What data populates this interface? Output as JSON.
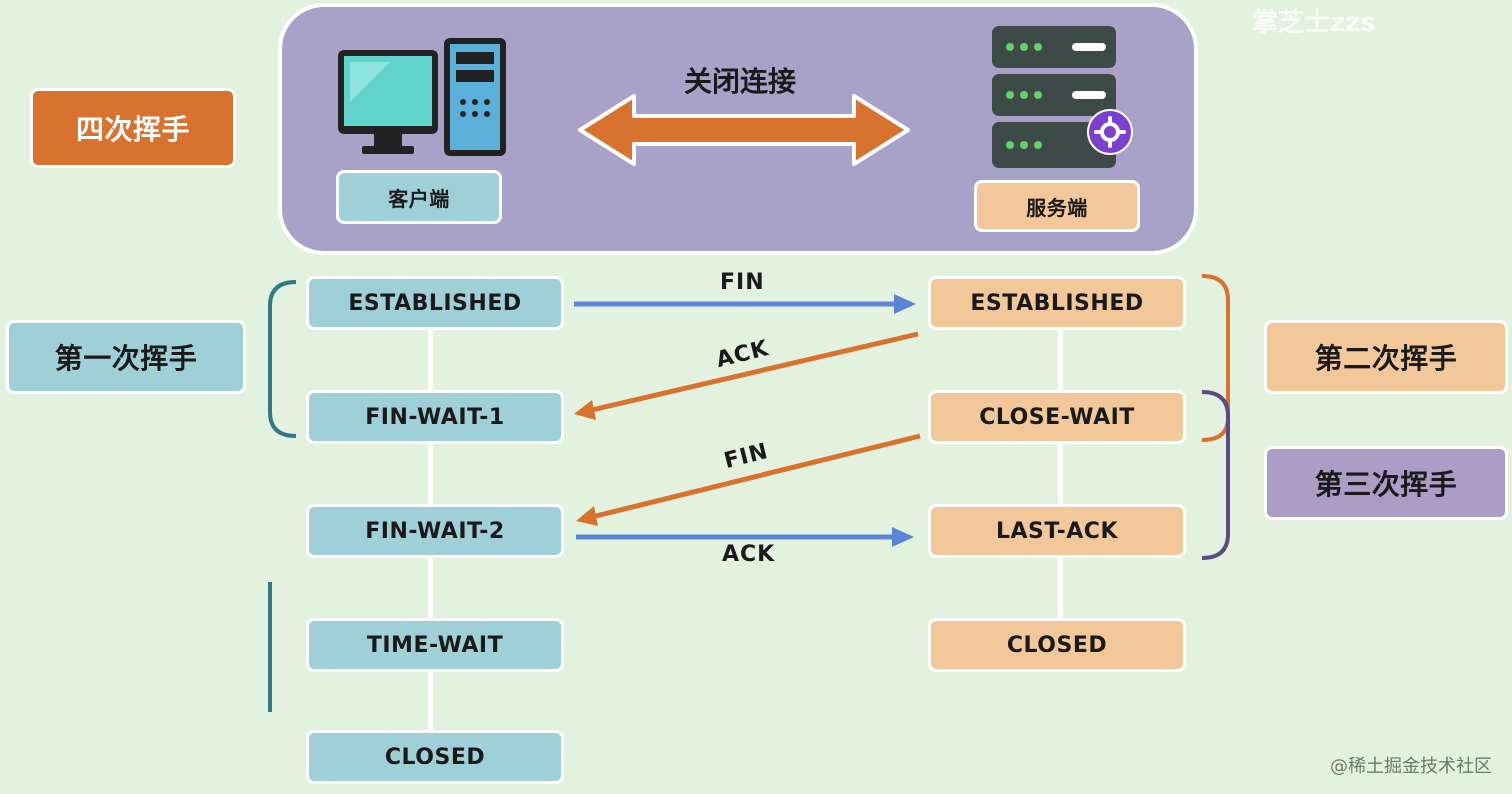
{
  "title": "四次挥手",
  "header": {
    "close_label": "关闭连接",
    "client_label": "客户端",
    "server_label": "服务端"
  },
  "client_states": [
    "ESTABLISHED",
    "FIN-WAIT-1",
    "FIN-WAIT-2",
    "TIME-WAIT",
    "CLOSED"
  ],
  "server_states": [
    "ESTABLISHED",
    "CLOSE-WAIT",
    "LAST-ACK",
    "CLOSED"
  ],
  "messages": [
    "FIN",
    "ACK",
    "FIN",
    "ACK"
  ],
  "handshake_labels": {
    "first": "第一次挥手",
    "second": "第二次挥手",
    "third": "第三次挥手"
  },
  "watermarks": {
    "top": "掌芝士zzs",
    "bottom": "@稀土掘金技术社区"
  },
  "colors": {
    "background": "#e3f1df",
    "client": "#9fd0d8",
    "server": "#f2c79a",
    "panel": "#a8a2c8",
    "title": "#d8722f",
    "arrow_blue": "#5b86d6",
    "arrow_orange": "#d8722f"
  }
}
